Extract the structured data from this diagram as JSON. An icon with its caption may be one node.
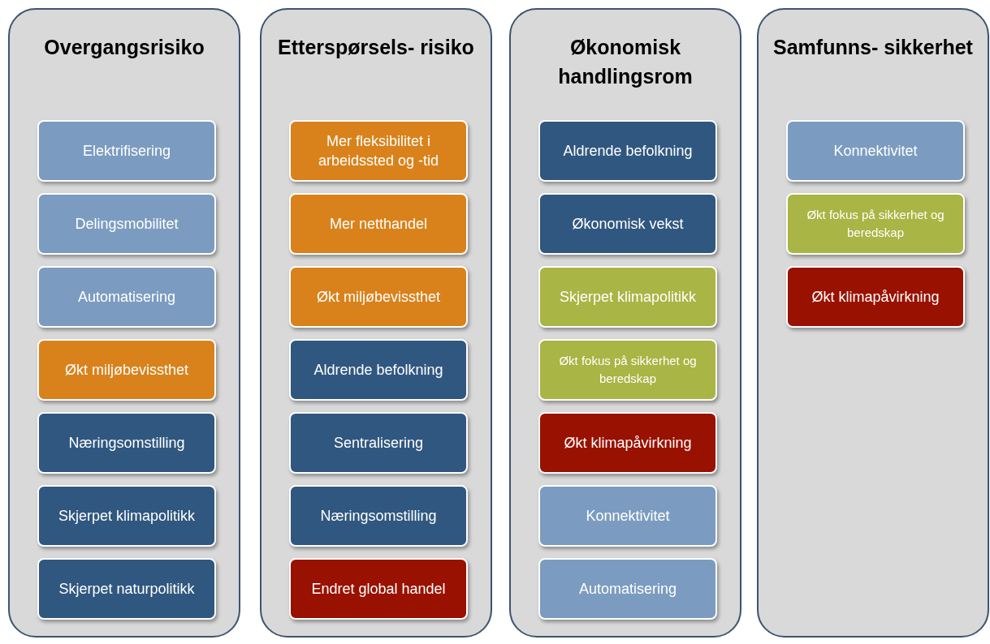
{
  "diagram": {
    "nodes": [
      {
        "text": [
          "Overgangsrisiko"
        ]
      },
      {
        "text": [
          "Elektrifisering"
        ],
        "in": 0
      },
      {
        "text": [
          "Delingsmobilitet"
        ],
        "in": 0
      },
      {
        "text": [
          "Automatisering"
        ],
        "in": 0
      },
      {
        "text": [
          "Økt miljøbevissthet"
        ],
        "in": 0
      },
      {
        "text": [
          "Næringsomstilling"
        ],
        "in": 0
      },
      {
        "text": [
          "Skjerpet klimapolitikk"
        ],
        "in": 0
      },
      {
        "text": [
          "Skjerpet naturpolitikk"
        ],
        "in": 0
      },
      {
        "text": [
          "Etterspørsels- risiko"
        ]
      },
      {
        "text": [
          "Mer fleksibilitet i arbeidssted og -tid"
        ],
        "in": 8
      },
      {
        "text": [
          "Mer netthandel"
        ],
        "in": 8
      },
      {
        "text": [
          "Økt miljøbevissthet"
        ],
        "in": 8
      },
      {
        "text": [
          "Aldrende befolkning"
        ],
        "in": 8
      },
      {
        "text": [
          "Sentralisering"
        ],
        "in": 8
      },
      {
        "text": [
          "Næringsomstilling"
        ],
        "in": 8
      },
      {
        "text": [
          "Endret global handel"
        ],
        "in": 8
      },
      {
        "text": [
          "Økonomisk handlingsrom"
        ]
      },
      {
        "text": [
          "Aldrende befolkning"
        ],
        "in": 16
      },
      {
        "text": [
          "Økonomisk vekst"
        ],
        "in": 16
      },
      {
        "text": [
          "Skjerpet klimapolitikk"
        ],
        "in": 16
      },
      {
        "text": [
          "Økt fokus på sikkerhet og beredskap"
        ],
        "in": 16
      },
      {
        "text": [
          "Økt klimapåvirkning"
        ],
        "in": 16
      },
      {
        "text": [
          "Konnektivitet"
        ],
        "in": 16
      },
      {
        "text": [
          "Automatisering"
        ],
        "in": 16
      },
      {
        "text": [
          "Samfunns- sikkerhet"
        ]
      },
      {
        "text": [
          "Konnektivitet"
        ],
        "in": 24
      },
      {
        "text": [
          "Økt fokus på sikkerhet og beredskap"
        ],
        "in": 24
      },
      {
        "text": [
          "Økt klimapåvirkning"
        ],
        "in": 24
      }
    ]
  }
}
